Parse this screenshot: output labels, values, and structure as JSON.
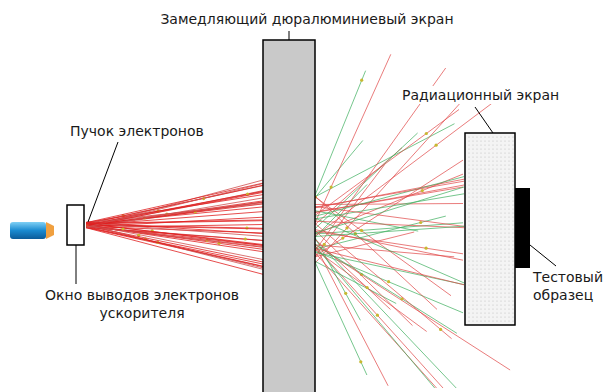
{
  "diagram": {
    "labels": [
      "Замедляющий дюралюминиевый экран",
      "Пучок электронов",
      "Радиационный экран",
      "Окно выводов электронов ускорителя",
      "Тестовый образец"
    ]
  }
}
